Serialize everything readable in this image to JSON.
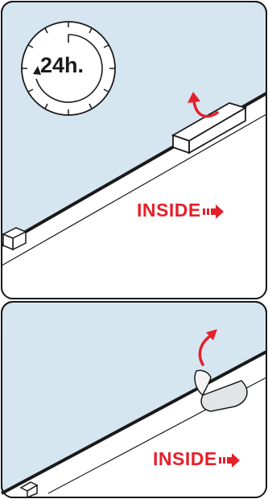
{
  "panels": [
    {
      "id": "wait",
      "label": "INSIDE",
      "timer": "24h."
    },
    {
      "id": "peel",
      "label": "INSIDE"
    }
  ],
  "colors": {
    "sky": "#d6e6f0",
    "accent": "#e4202a",
    "line": "#1a1a1a",
    "surface": "#ffffff"
  },
  "icons": [
    "clock-icon",
    "curved-arrow-icon",
    "inside-arrow-icon",
    "peeling-tape-icon"
  ]
}
